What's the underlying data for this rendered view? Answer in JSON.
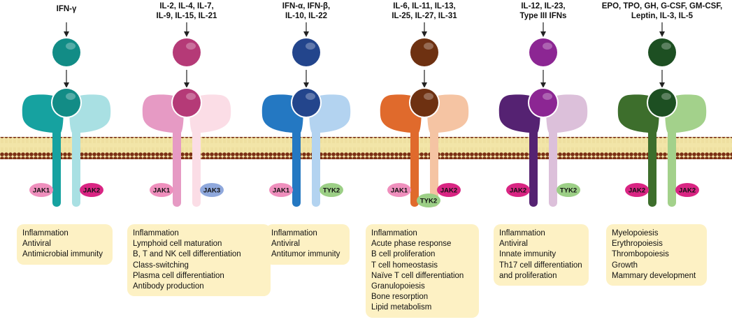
{
  "pathways": [
    {
      "ligands": "IFN-γ",
      "colors": {
        "ligand": "#128c86",
        "receptor_a": "#16a2a0",
        "receptor_b": "#a9e0e3"
      },
      "jaks": [
        {
          "name": "JAK1",
          "color": "#ef8fbd"
        },
        {
          "name": "JAK2",
          "color": "#d92583"
        }
      ],
      "functions": [
        "Inflammation",
        "Antiviral",
        "Antimicrobial immunity"
      ]
    },
    {
      "ligands": "IL-2, IL-4, IL-7,\nIL-9, IL-15, IL-21",
      "colors": {
        "ligand": "#b53a77",
        "receptor_a": "#e69ac4",
        "receptor_b": "#fbdde6"
      },
      "jaks": [
        {
          "name": "JAK1",
          "color": "#ef8fbd"
        },
        {
          "name": "JAK3",
          "color": "#8fa8dc"
        }
      ],
      "functions": [
        "Inflammation",
        "Lymphoid cell maturation",
        "B, T and NK cell differentiation",
        "Class-switching",
        "Plasma cell differentiation",
        "Antibody production"
      ]
    },
    {
      "ligands": "IFN-α, IFN-β,\nIL-10, IL-22",
      "colors": {
        "ligand": "#23458c",
        "receptor_a": "#2478c2",
        "receptor_b": "#b3d3f0"
      },
      "jaks": [
        {
          "name": "JAK1",
          "color": "#ef8fbd"
        },
        {
          "name": "TYK2",
          "color": "#9ccf86"
        }
      ],
      "functions": [
        "Inflammation",
        "Antiviral",
        "Antitumor immunity"
      ]
    },
    {
      "ligands": "IL-6, IL-11, IL-13,\nIL-25, IL-27, IL-31",
      "colors": {
        "ligand": "#6e3111",
        "receptor_a": "#e06a2c",
        "receptor_b": "#f5c4a3"
      },
      "jaks": [
        {
          "name": "JAK1",
          "color": "#ef8fbd"
        },
        {
          "name": "TYK2",
          "color": "#9ccf86"
        },
        {
          "name": "JAK2",
          "color": "#d92583"
        }
      ],
      "functions": [
        "Inflammation",
        "Acute phase response",
        "B cell proliferation",
        "T cell homeostasis",
        "Naïve T cell differentiation",
        "Granulopoiesis",
        "Bone resorption",
        "Lipid metabolism"
      ]
    },
    {
      "ligands": "IL-12, IL-23,\nType III IFNs",
      "colors": {
        "ligand": "#8c2693",
        "receptor_a": "#552272",
        "receptor_b": "#dcc0da"
      },
      "jaks": [
        {
          "name": "JAK2",
          "color": "#d92583"
        },
        {
          "name": "TYK2",
          "color": "#9ccf86"
        }
      ],
      "functions": [
        "Inflammation",
        "Antiviral",
        "Innate immunity",
        "Th17 cell differentiation",
        "and proliferation"
      ]
    },
    {
      "ligands": "EPO, TPO, GH, G-CSF, GM-CSF,\nLeptin, IL-3, IL-5",
      "colors": {
        "ligand": "#1d4f22",
        "receptor_a": "#3d6e2c",
        "receptor_b": "#a3d18b"
      },
      "jaks": [
        {
          "name": "JAK2",
          "color": "#d92583"
        },
        {
          "name": "JAK2",
          "color": "#d92583"
        }
      ],
      "functions": [
        "Myelopoiesis",
        "Erythropoiesis",
        "Thrombopoiesis",
        "Growth",
        "Mammary development"
      ]
    }
  ],
  "membrane": {
    "head_color": "#7a2e14",
    "tail_color": "#f2e5a8"
  },
  "colors": {
    "box_bg": "#fdf1c4",
    "arrow": "#222222"
  }
}
